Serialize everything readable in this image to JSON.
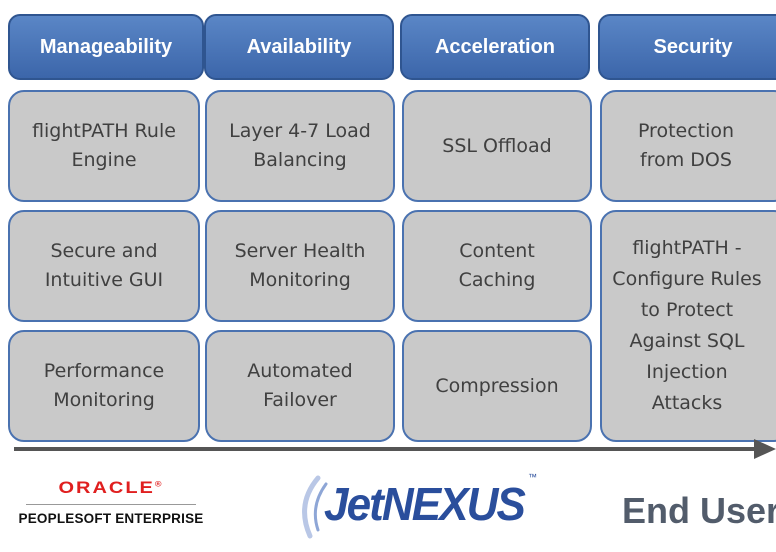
{
  "columns": [
    {
      "header": "Manageability",
      "cells": [
        "flightPATH Rule Engine",
        "Secure and Intuitive GUI",
        "Performance Monitoring"
      ]
    },
    {
      "header": "Availability",
      "cells": [
        "Layer 4-7 Load Balancing",
        "Server Health Monitoring",
        "Automated Failover"
      ]
    },
    {
      "header": "Acceleration",
      "cells": [
        "SSL Offload",
        "Content Caching",
        "Compression"
      ]
    },
    {
      "header": "Security",
      "cells": [
        "Protection from DOS",
        "flightPATH - Configure Rules to Protect Against SQL Injection Attacks"
      ]
    }
  ],
  "footer": {
    "oracle_brand": "ORACLE",
    "oracle_trademark": "®",
    "oracle_subtitle": "PEOPLESOFT ENTERPRISE",
    "jetnexus_brand": "JetNEXUS",
    "jetnexus_trademark": "™",
    "end_user_label": "End User"
  },
  "colors": {
    "header_fill": "#3c66aa",
    "cell_fill": "#c9c9c9",
    "cell_border": "#4a72b0",
    "oracle_red": "#e01f1f",
    "jetnexus_blue": "#2a4e9c",
    "arrow": "#555555"
  }
}
